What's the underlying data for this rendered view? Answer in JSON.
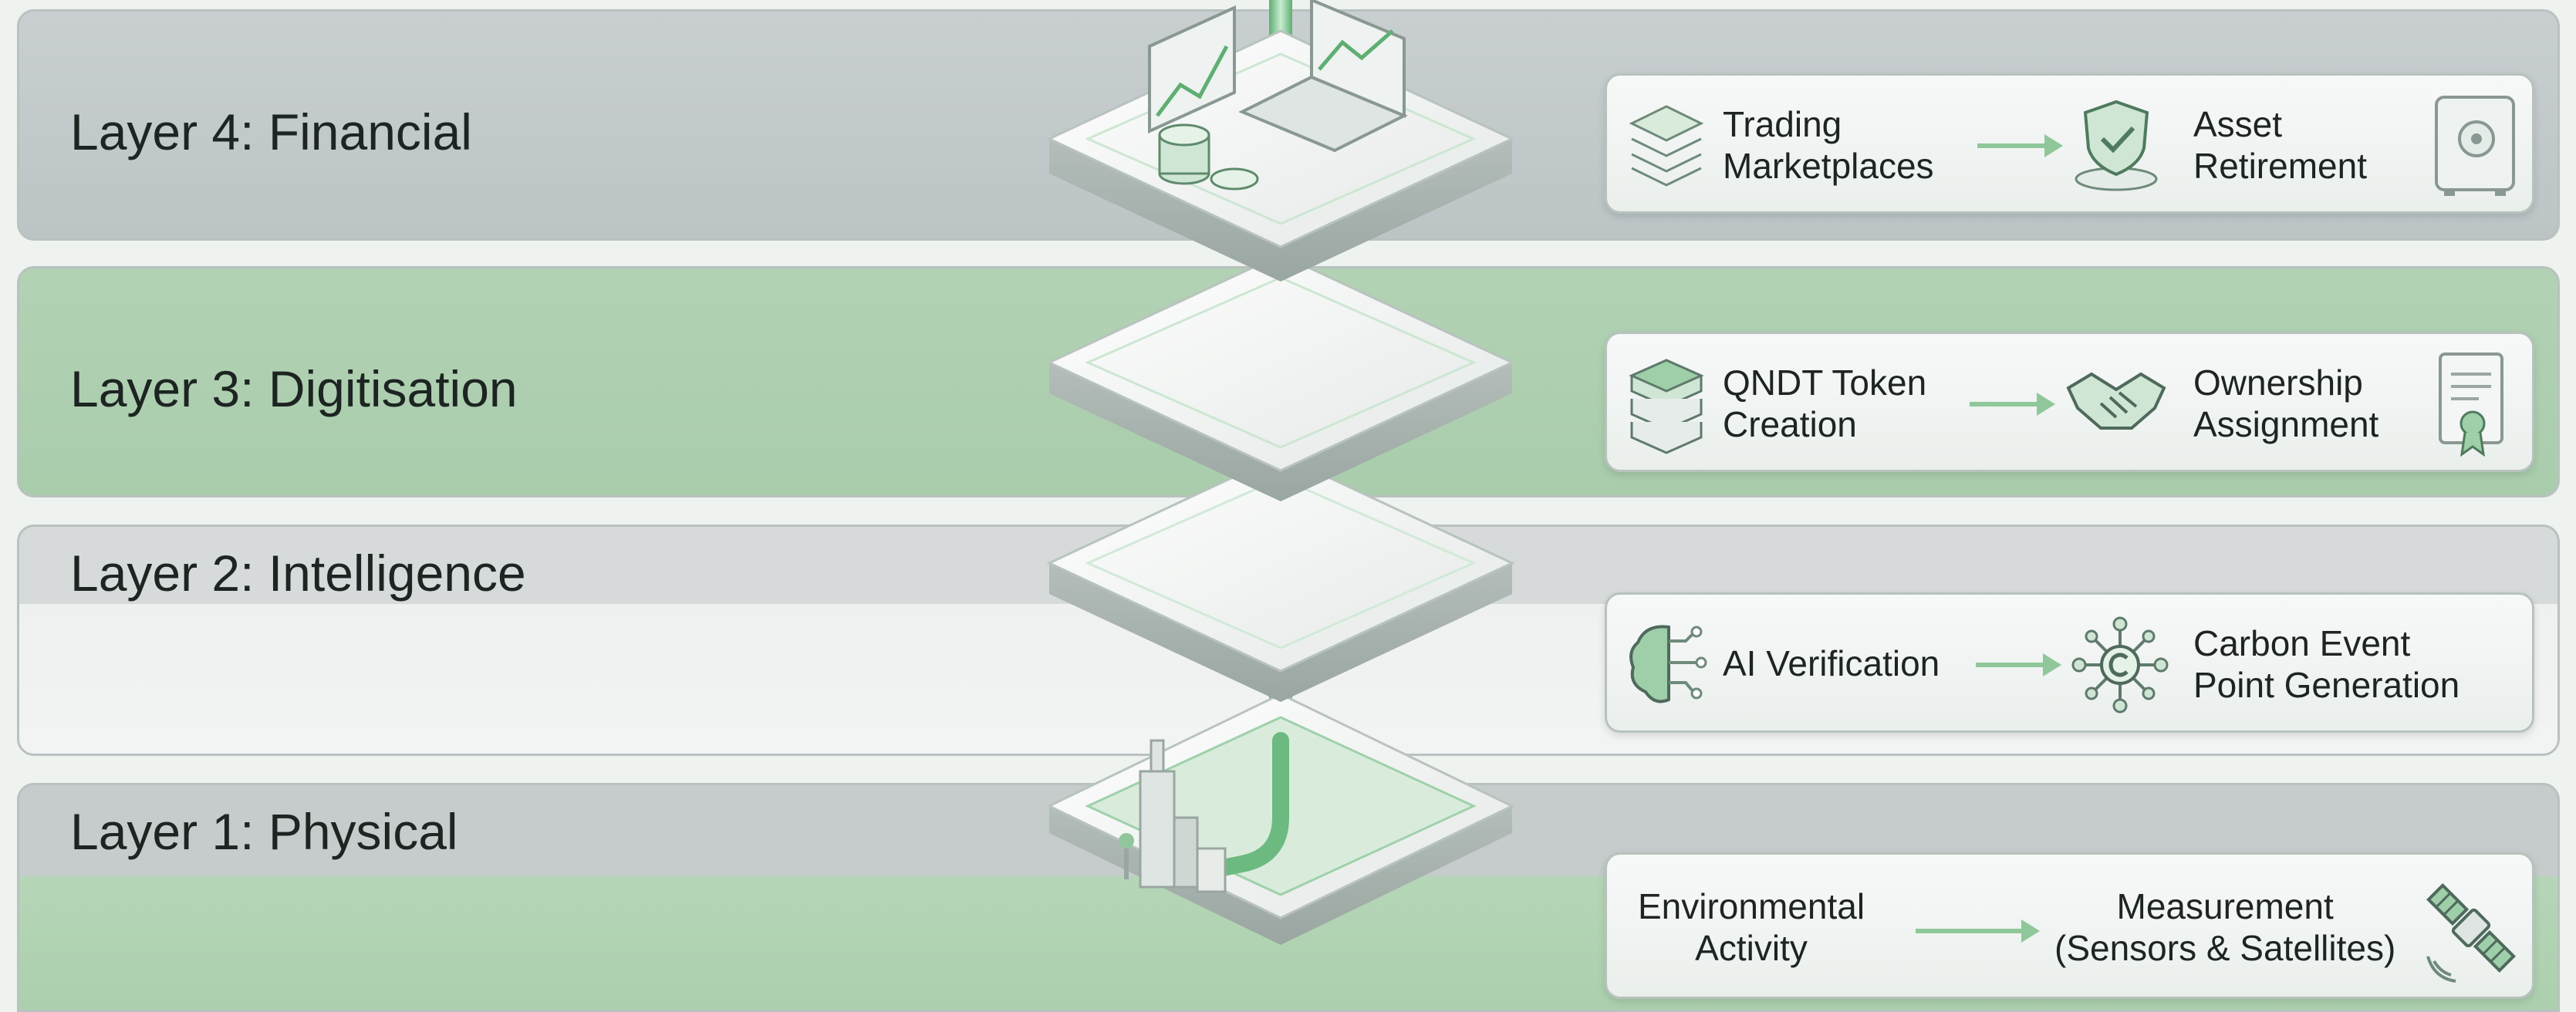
{
  "layers": [
    {
      "title": "Layer 4: Financial",
      "from": "Trading\nMarketplaces",
      "to": "Asset\nRetirement",
      "from_icon": "layered-plates-icon",
      "to_icon": "shield-check-icon",
      "end_icon": "safe-icon"
    },
    {
      "title": "Layer 3: Digitisation",
      "from": "QNDT Token\nCreation",
      "to": "Ownership\nAssignment",
      "from_icon": "token-stack-icon",
      "to_icon": "handshake-icon",
      "end_icon": "certificate-icon"
    },
    {
      "title": "Layer 2: Intelligence",
      "from": "AI Verification",
      "to": "Carbon Event\nPoint Generation",
      "from_icon": "ai-brain-icon",
      "to_icon": "carbon-network-icon"
    },
    {
      "title": "Layer 1: Physical",
      "from": "Environmental\nActivity",
      "to": "Measurement\n(Sensors & Satellites)",
      "end_icon": "satellite-icon"
    }
  ],
  "colors": {
    "accent": "#8fc79a",
    "green_band": "#a9cdac",
    "grey_band": "#bcc4c6",
    "text": "#1d2422"
  }
}
